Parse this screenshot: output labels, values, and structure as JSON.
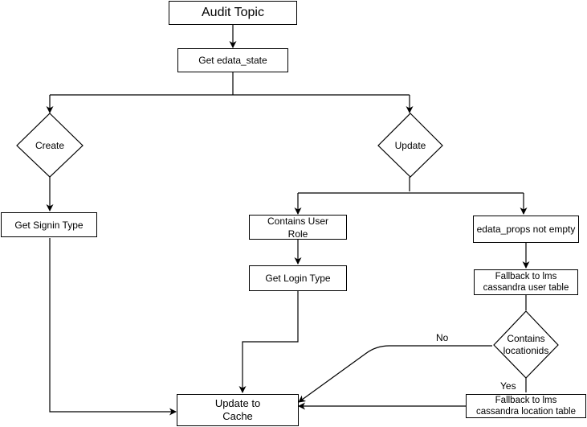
{
  "nodes": {
    "audit_topic": "Audit Topic",
    "get_edata_state": "Get edata_state",
    "create": "Create",
    "update": "Update",
    "get_signin_type": "Get Signin Type",
    "contains_user_role": "Contains User Role",
    "edata_props_not_empty": "edata_props not empty",
    "get_login_type": "Get Login Type",
    "fallback_user_table": "Fallback to lms cassandra user table",
    "contains_locationids": "Contains locationids",
    "fallback_location_table": "Fallback to lms cassandra location table",
    "update_to_cache": "Update to Cache"
  },
  "edges": {
    "no": "No",
    "yes": "Yes"
  }
}
